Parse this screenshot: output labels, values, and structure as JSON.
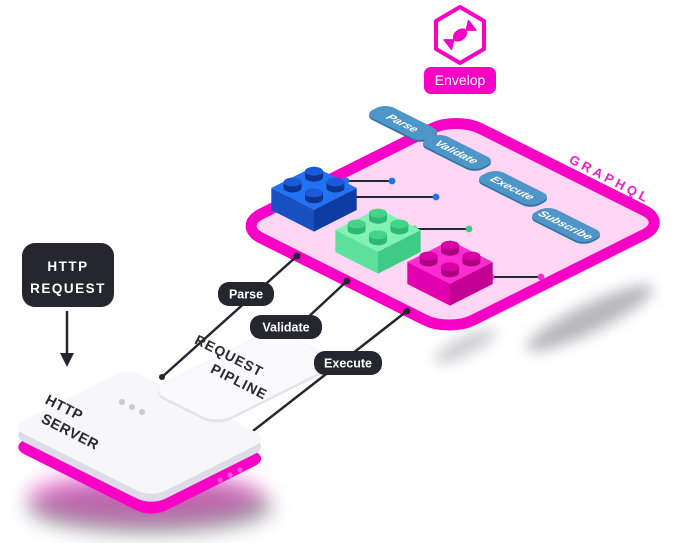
{
  "colors": {
    "magenta": "#F900C6",
    "magenta_dark": "#C4009C",
    "board_fill": "#FFD6F4",
    "chip": "#4E95C8",
    "chip_dark": "#2F6F9F",
    "dark": "#26262E",
    "text_dark": "#28282F",
    "blue_top": "#2173F4",
    "blue_left": "#1850C2",
    "blue_right": "#0F3CA3",
    "blue_stud_side": "#0D3490",
    "blue_stud_top": "#1C5BD8",
    "green_top": "#82F2B4",
    "green_left": "#5CE09C",
    "green_right": "#3ECB85",
    "green_stud_side": "#2EB873",
    "green_stud_top": "#45D38A",
    "pink_top": "#FF2BD2",
    "pink_left": "#E101AE",
    "pink_right": "#C20193",
    "pink_stud_side": "#AC0181",
    "pink_stud_top": "#D900A6",
    "white_top": "#F7F7FA",
    "white_side": "#DDDDE7",
    "card_face": "#FAFAFC",
    "gray_dot": "#C9C9D2",
    "dot_blue": "#2173F4",
    "dot_green": "#3ECB85",
    "dot_pink": "#FF2BD2"
  },
  "logo": {
    "icon": "candy-in-hexagon"
  },
  "envelop": {
    "label": "Envelop",
    "graphql_label": "GRAPHQL",
    "chips": [
      "Parse",
      "Validate",
      "Execute",
      "Subscribe"
    ]
  },
  "pipeline_pills": [
    "Parse",
    "Validate",
    "Execute"
  ],
  "http_request": [
    "HTTP",
    "REQUEST"
  ],
  "http_server": [
    "HTTP",
    "SERVER"
  ],
  "request_pipeline": [
    "REQUEST",
    "PIPLINE"
  ]
}
